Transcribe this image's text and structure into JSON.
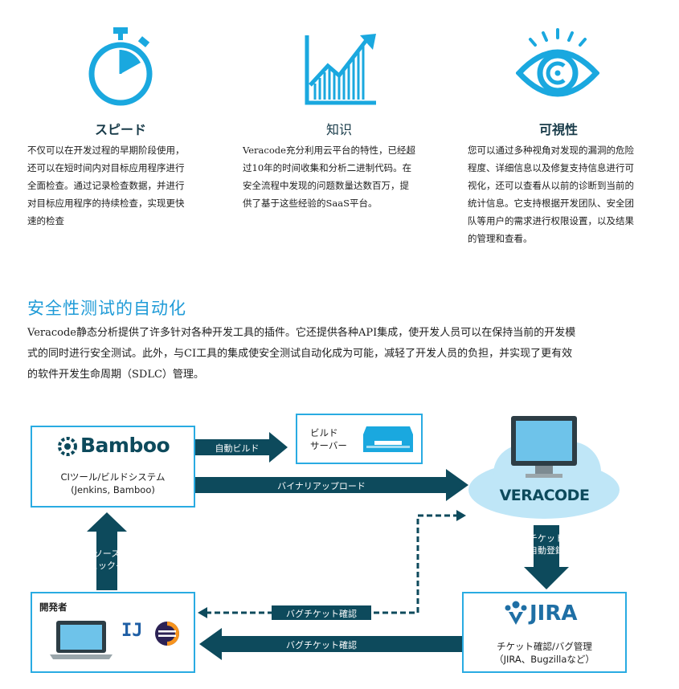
{
  "colors": {
    "accent": "#1f9bd7",
    "dark_teal": "#0d4a5c",
    "box_border": "#29abe2",
    "icon_blue": "#1aa8df"
  },
  "features": [
    {
      "icon": "stopwatch-icon",
      "title": "スピード",
      "lines": [
        "不仅可以在开发过程的早期阶段使用，",
        "还可以在短时间内对目标应用程序进行",
        "全面检查。通过记录检查数据，并进行",
        "对目标应用程序的持续检查，实现更快",
        "速的检查"
      ]
    },
    {
      "icon": "growth-chart-icon",
      "title": "知识",
      "lines": [
        "Veracode充分利用云平台的特性，已经超",
        "过10年的时间收集和分析二进制代码。在",
        "安全流程中发现的问题数量达数百万，提",
        "供了基于这些经验的SaaS平台。"
      ]
    },
    {
      "icon": "eye-icon",
      "title": "可視性",
      "lines": [
        "您可以通过多种视角对发现的漏洞的危险",
        "程度、详细信息以及修复支持信息进行可",
        "视化，还可以查看从以前的诊断到当前的",
        "统计信息。它支持根据开发团队、安全团",
        "队等用户的需求进行权限设置，以及结果",
        "的管理和查看。"
      ]
    }
  ],
  "section": {
    "title": "安全性测试的自动化",
    "lines": [
      "Veracode静态分析提供了许多针对各种开发工具的插件。它还提供各种API集成，使开发人员可以在保持当前的开发模",
      "式的同时进行安全测试。此外，与CI工具的集成使安全测试自动化成为可能，减轻了开发人员的负担，并实现了更有效",
      "的软件开发生命周期（SDLC）管理。"
    ]
  },
  "diagram": {
    "bamboo": {
      "logo": "Bamboo",
      "line1": "CIツール/ビルドシステム",
      "line2": "(Jenkins, Bamboo)"
    },
    "build_server": {
      "line1": "ビルド",
      "line2": "サーバー"
    },
    "veracode_logo": "VERACODE",
    "jira": {
      "logo": "JIRA",
      "line1": "チケット確認/バグ管理",
      "line2": "（JIRA、Bugzillaなど）"
    },
    "developer": {
      "label": "開発者",
      "ide_label": "IJ"
    },
    "arrows": {
      "auto_build": "自動ビルド",
      "binary_upload": "バイナリアップロード",
      "source_checkin_1": "ソース",
      "source_checkin_2": "チェックイン",
      "ticket_auto_1": "チケット",
      "ticket_auto_2": "自動登録",
      "bug_ticket_dashed": "バグチケット確認",
      "bug_ticket_solid": "バグチケット確認"
    }
  }
}
